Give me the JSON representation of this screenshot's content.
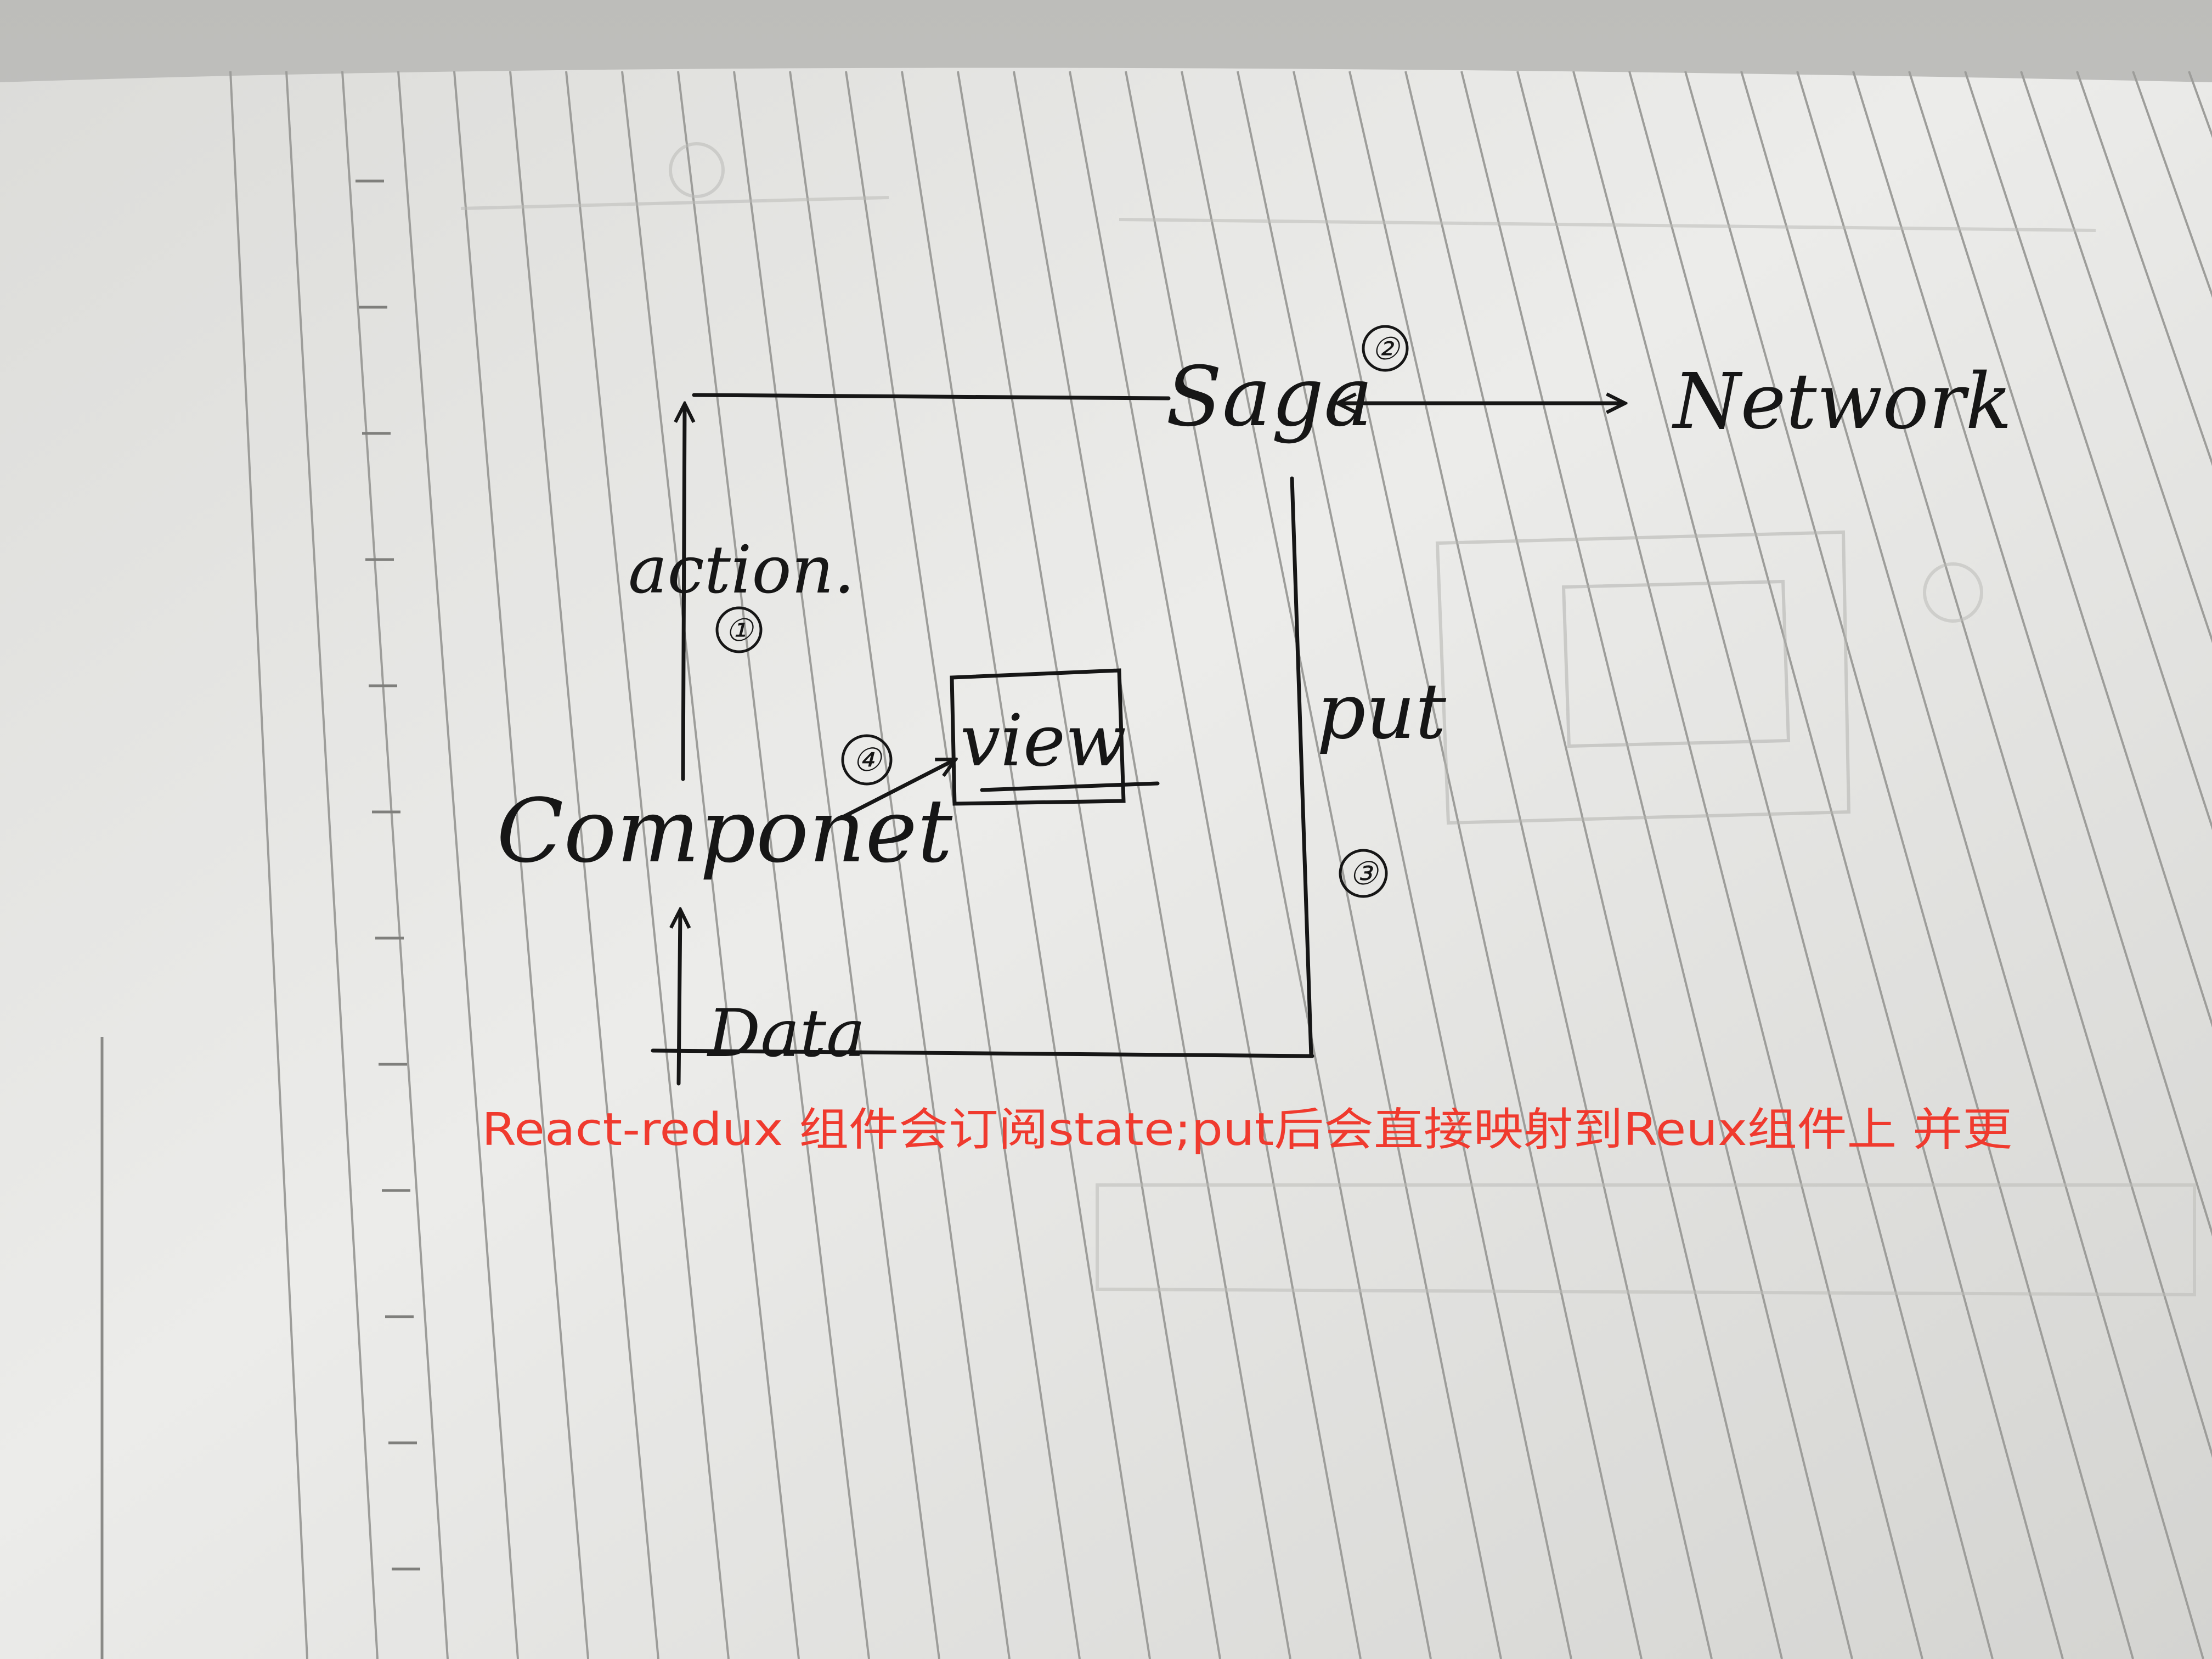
{
  "diagram": {
    "nodes": {
      "saga": "Saga",
      "network": "Network",
      "componet": "Componet",
      "view": "view",
      "data": "Data"
    },
    "edge_labels": {
      "action": "action.",
      "put": "put"
    },
    "step_markers": [
      "①",
      "②",
      "③",
      "④"
    ]
  },
  "annotation": {
    "text": "React-redux 组件会订阅state;put后会直接映射到Reux组件上 并更"
  },
  "colors": {
    "ink": "#161616",
    "annotation": "#f03a2e",
    "paper": "#e9e9e6",
    "ruling": "#9d9d9a"
  }
}
